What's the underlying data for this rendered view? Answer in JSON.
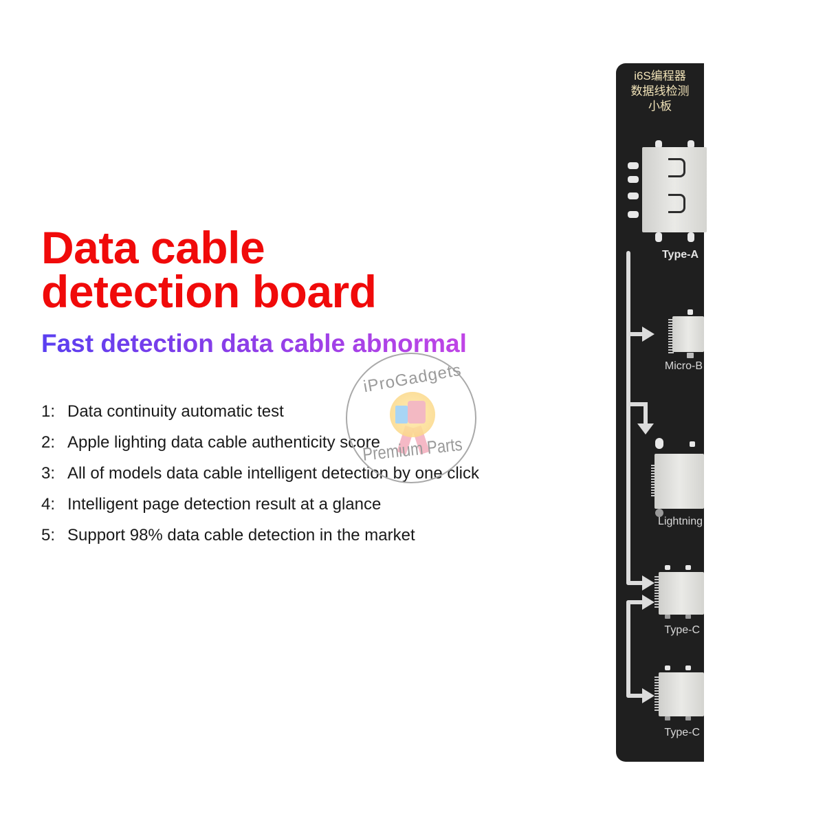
{
  "headline": {
    "line1": "Data cable",
    "line2": "detection board",
    "color": "#f00a0a"
  },
  "subtitle": {
    "text": "Fast detection data cable abnormal",
    "gradient": [
      "#5a3ff0",
      "#8a3ee8",
      "#c045e6"
    ]
  },
  "features": [
    {
      "num": "1:",
      "text": "Data continuity automatic test"
    },
    {
      "num": "2:",
      "text": "Apple lighting data cable authenticity score"
    },
    {
      "num": "3:",
      "text": "All of models data cable intelligent detection by one click"
    },
    {
      "num": "4:",
      "text": "Intelligent page detection result at a glance"
    },
    {
      "num": "5:",
      "text": "Support 98% data cable detection in the market"
    }
  ],
  "watermark": {
    "top_text": "iProGadgets",
    "bottom_text": "Premium Parts",
    "icon": "thumbs-up-badge-icon"
  },
  "board": {
    "title_lines": [
      "i6S编程器",
      "数据线检测",
      "小板"
    ],
    "ports": [
      {
        "label": "Type-A",
        "icon": "usb-type-a-port-icon"
      },
      {
        "label": "Micro-B",
        "icon": "micro-usb-port-icon"
      },
      {
        "label": "Lightning",
        "icon": "lightning-port-icon"
      },
      {
        "label": "Type-C",
        "icon": "usb-type-c-port-icon"
      },
      {
        "label": "Type-C",
        "icon": "usb-type-c-port-icon"
      }
    ],
    "colors": {
      "pcb": "#1f1f1f",
      "silkscreen_title": "#f1e3b8",
      "label": "#d9d9d9"
    }
  }
}
